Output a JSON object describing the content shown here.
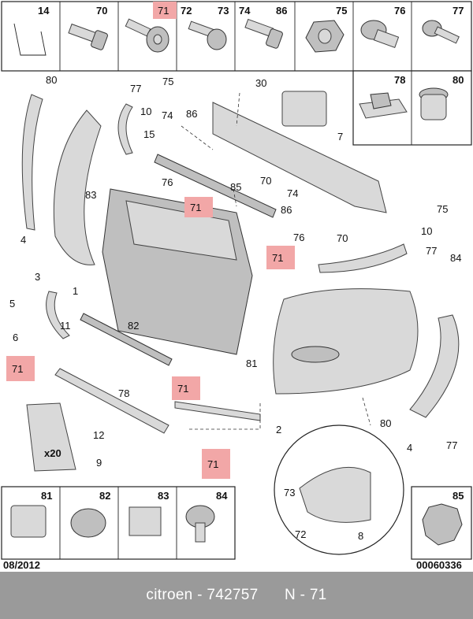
{
  "top_row": [
    {
      "num": "14"
    },
    {
      "num": "70"
    },
    {
      "num": "71",
      "highlight": true
    },
    {
      "num": "72"
    },
    {
      "num": "73"
    },
    {
      "num": "74"
    },
    {
      "num": "86"
    },
    {
      "num": "75"
    },
    {
      "num": "76"
    },
    {
      "num": "77"
    }
  ],
  "right_boxes": [
    {
      "num": "78"
    },
    {
      "num": "80"
    }
  ],
  "bottom_row": [
    {
      "num": "81"
    },
    {
      "num": "82"
    },
    {
      "num": "83"
    },
    {
      "num": "84"
    },
    {
      "num": "85"
    }
  ],
  "callouts": {
    "c80": "80",
    "c77a": "77",
    "c10a": "10",
    "c75a": "75",
    "c30": "30",
    "c74a": "74",
    "c86a": "86",
    "c15": "15",
    "c7": "7",
    "c83": "83",
    "c76a": "76",
    "c85a": "85",
    "c70a": "70",
    "c4a": "4",
    "c71a": "71",
    "c74b": "74",
    "c86b": "86",
    "c75b": "75",
    "c3": "3",
    "c76b": "76",
    "c70b": "70",
    "c10b": "10",
    "c71b": "71",
    "c77b": "77",
    "c84": "84",
    "c5": "5",
    "c1": "1",
    "c6": "6",
    "c11": "11",
    "c82": "82",
    "c71c": "71",
    "c81": "81",
    "c78": "78",
    "c71d": "71",
    "c12": "12",
    "c80b": "80",
    "c2": "2",
    "c4b": "4",
    "c77c": "77",
    "c9": "9",
    "c71e": "71",
    "c73": "73",
    "c72": "72",
    "c8": "8"
  },
  "qty_label": "x20",
  "date_code": "08/2012",
  "ref_code": "00060336",
  "footer_text": "citroen - 742757      N - 71",
  "colors": {
    "highlight": "#f2a7a7",
    "footer_bg": "#9a9a9a",
    "part_fill": "#d9d9d9"
  }
}
